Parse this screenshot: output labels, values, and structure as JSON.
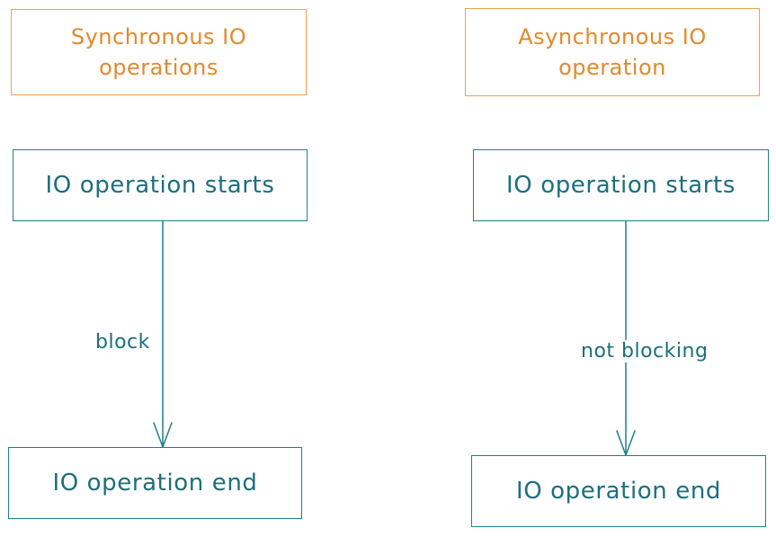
{
  "diagram": {
    "sync": {
      "title": "Synchronous IO\noperations",
      "start": "IO operation starts",
      "end": "IO operation end",
      "edge_label": "block"
    },
    "async": {
      "title": "Asynchronous IO\noperation",
      "start": "IO operation starts",
      "end": "IO operation end",
      "edge_label": "not blocking"
    },
    "colors": {
      "title_border": "#f0a04b",
      "title_text": "#e08a2e",
      "step_border": "#1f7f8c",
      "step_text": "#1c6f7c"
    }
  }
}
